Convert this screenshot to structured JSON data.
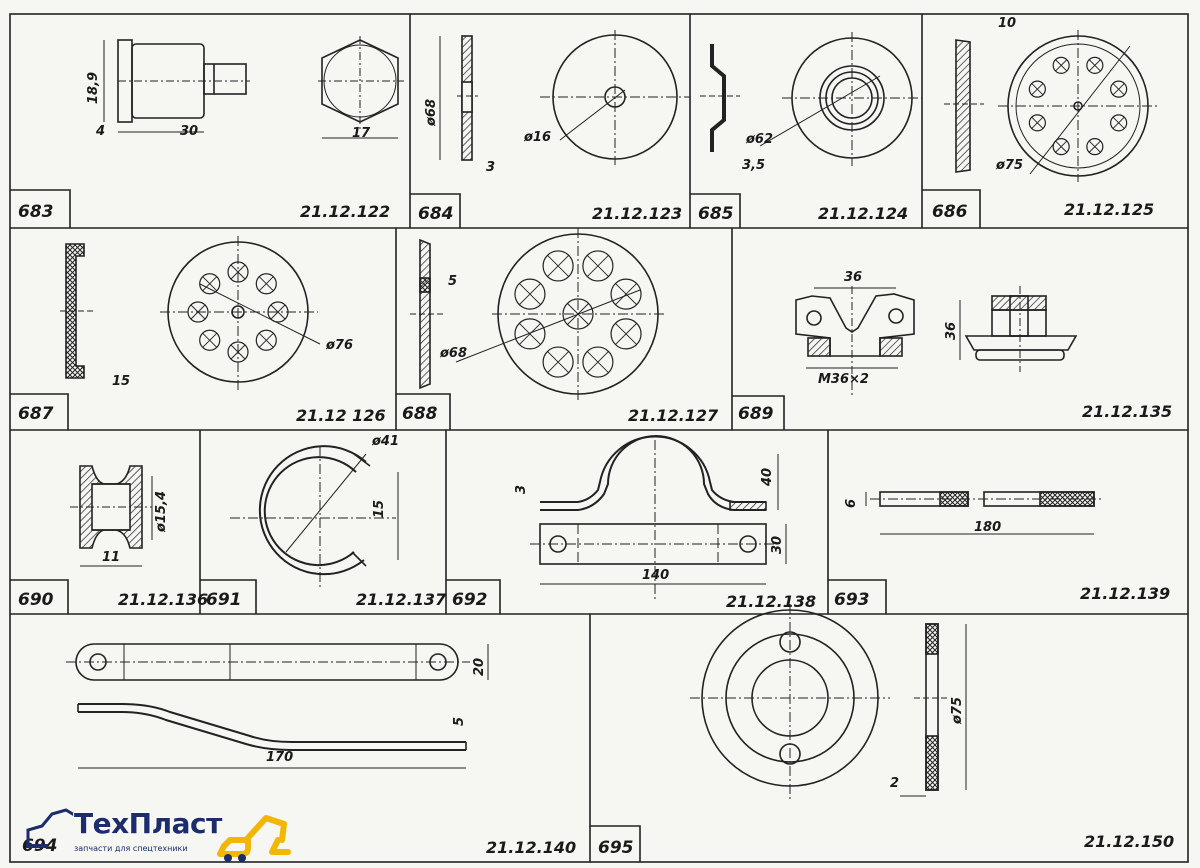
{
  "sheet": {
    "parts": [
      {
        "num": "683",
        "code": "21.12.122"
      },
      {
        "num": "684",
        "code": "21.12.123"
      },
      {
        "num": "685",
        "code": "21.12.124"
      },
      {
        "num": "686",
        "code": "21.12.125"
      },
      {
        "num": "687",
        "code": "21.12 126"
      },
      {
        "num": "688",
        "code": "21.12.127"
      },
      {
        "num": "689",
        "code": "21.12.135"
      },
      {
        "num": "690",
        "code": "21.12.136"
      },
      {
        "num": "691",
        "code": "21.12.137"
      },
      {
        "num": "692",
        "code": "21.12.138"
      },
      {
        "num": "693",
        "code": "21.12.139"
      },
      {
        "num": "694",
        "code": "21.12.140"
      },
      {
        "num": "695",
        "code": "21.12.150"
      }
    ],
    "dims": {
      "d683_h": "18,9",
      "d683_a": "4",
      "d683_b": "30",
      "d683_c": "17",
      "d684_d": "ø68",
      "d684_t": "3",
      "d684_h": "ø16",
      "d685_t": "3,5",
      "d685_d": "ø62",
      "d686_t": "10",
      "d686_d": "ø75",
      "d687_t": "15",
      "d687_d": "ø76",
      "d688_t": "5",
      "d688_d": "ø68",
      "d689_w": "36",
      "d689_m": "M36×2",
      "d689_h": "36",
      "d690_d": "ø15,4",
      "d690_w": "11",
      "d691_d": "ø41",
      "d691_h": "15",
      "d692_t": "3",
      "d692_h": "40",
      "d692_w": "30",
      "d692_l": "140",
      "d693_t": "6",
      "d693_l": "180",
      "d694_w": "20",
      "d694_t": "5",
      "d694_l": "170",
      "d695_d": "ø75",
      "d695_t": "2"
    }
  },
  "logo": {
    "name": "ТехПласт",
    "subtitle": "запчасти для спецтехники",
    "colors": {
      "navy": "#1d2c6b",
      "yellow": "#f2b705"
    }
  }
}
